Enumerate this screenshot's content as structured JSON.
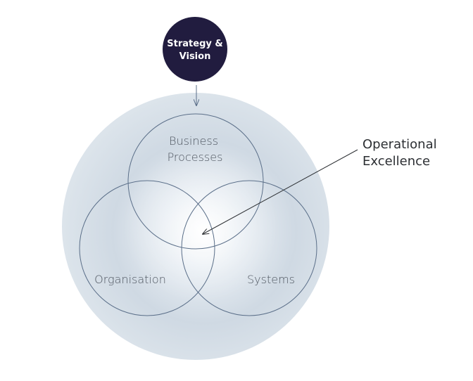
{
  "diagram": {
    "top_node": {
      "line1": "Strategy &",
      "line2": "Vision"
    },
    "circles": {
      "business_processes": {
        "line1": "Business",
        "line2": "Processes"
      },
      "organisation": {
        "label": "Organisation"
      },
      "systems": {
        "label": "Systems"
      }
    },
    "callout": {
      "line1": "Operational",
      "line2": "Excellence"
    }
  },
  "colors": {
    "top_node_fill": "#211c3f",
    "outer_circle_fill": "#dbe3ea",
    "ring_stroke": "#5b6f89",
    "text": "#4f5660",
    "callout_text": "#2c2f33"
  }
}
